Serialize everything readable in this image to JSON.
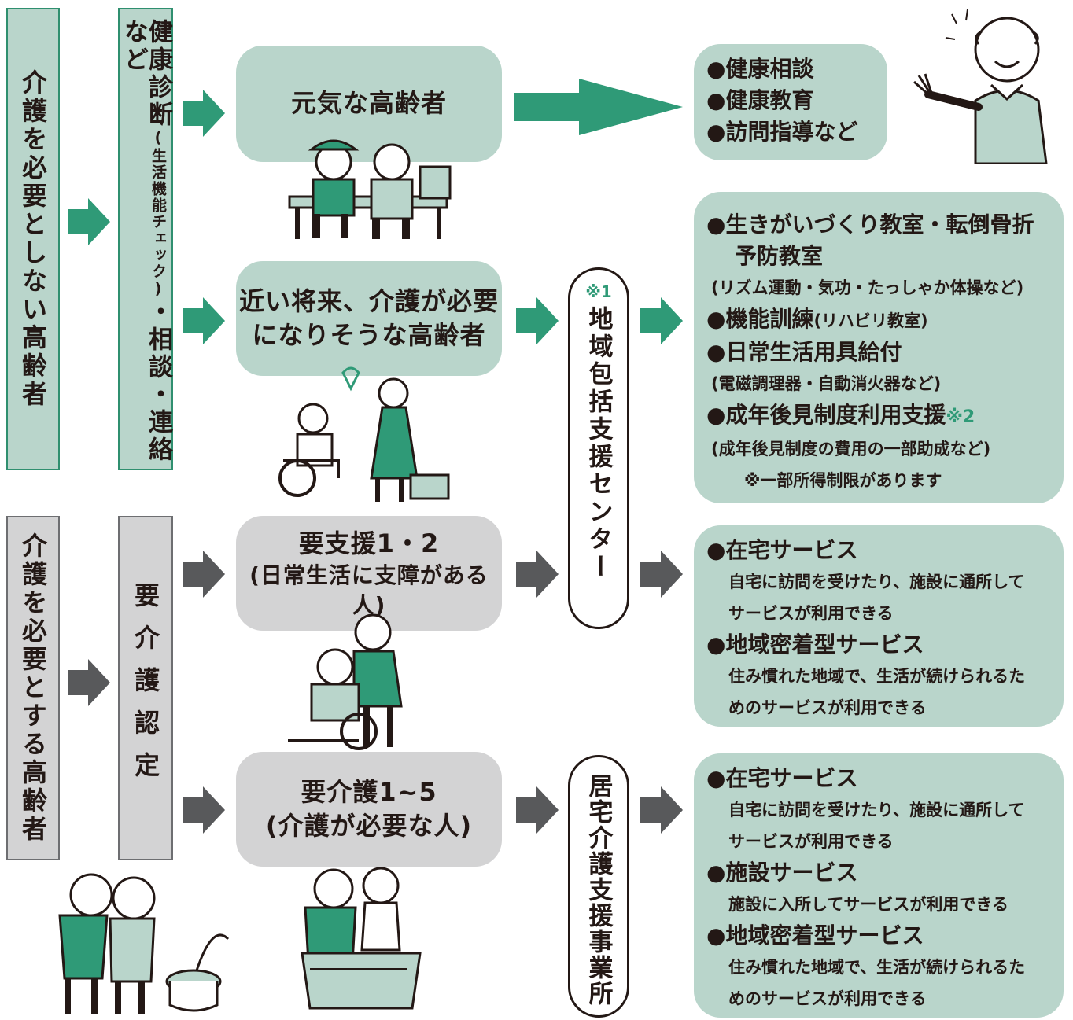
{
  "colors": {
    "green": "#2f9a77",
    "green_light": "#b9d5cb",
    "gray": "#58595b",
    "gray_light": "#d3d3d4"
  },
  "left": {
    "no_care": "介護を必要としない高齢者",
    "need_care": "介護を必要とする高齢者"
  },
  "column2": {
    "checkup_main": "健康診断",
    "checkup_paren": "(生活機能チェック)",
    "checkup_rest": "・相談・連絡など",
    "certification": "要介護認定"
  },
  "stages": {
    "healthy": "元気な高齢者",
    "future_line1": "近い将来、介護が必要",
    "future_line2": "になりそうな高齢者",
    "support_line1": "要支援1・2",
    "support_line2": "(日常生活に支障がある人)",
    "care_line1": "要介護1~5",
    "care_line2": "(介護が必要な人)"
  },
  "centers": {
    "regional_note": "※1",
    "regional": "地域包括支援センター",
    "home_care": "居宅介護支援事業所"
  },
  "services": {
    "box1": [
      "健康相談",
      "健康教育",
      "訪問指導など"
    ],
    "box2": {
      "item1_line1": "生きがいづくり教室・転倒骨折",
      "item1_line2": "予防教室",
      "item1_sub": "(リズム運動・気功・たっしゃか体操など)",
      "item2": "機能訓練",
      "item2_paren": "(リハビリ教室)",
      "item3": "日常生活用具給付",
      "item3_sub": "(電磁調理器・自動消火器など)",
      "item4": "成年後見制度利用支援",
      "item4_note": "※2",
      "item4_sub": "(成年後見制度の費用の一部助成など)",
      "limit_note": "※一部所得制限があります"
    },
    "box3": {
      "home": "在宅サービス",
      "home_desc1": "自宅に訪問を受けたり、施設に通所して",
      "home_desc2": "サービスが利用できる",
      "community": "地域密着型サービス",
      "community_desc1": "住み慣れた地域で、生活が続けられるた",
      "community_desc2": "めのサービスが利用できる"
    },
    "box4": {
      "home": "在宅サービス",
      "home_desc1": "自宅に訪問を受けたり、施設に通所して",
      "home_desc2": "サービスが利用できる",
      "facility": "施設サービス",
      "facility_desc": "施設に入所してサービスが利用できる",
      "community": "地域密着型サービス",
      "community_desc1": "住み慣れた地域で、生活が続けられるた",
      "community_desc2": "めのサービスが利用できる"
    }
  },
  "bullet": "●"
}
